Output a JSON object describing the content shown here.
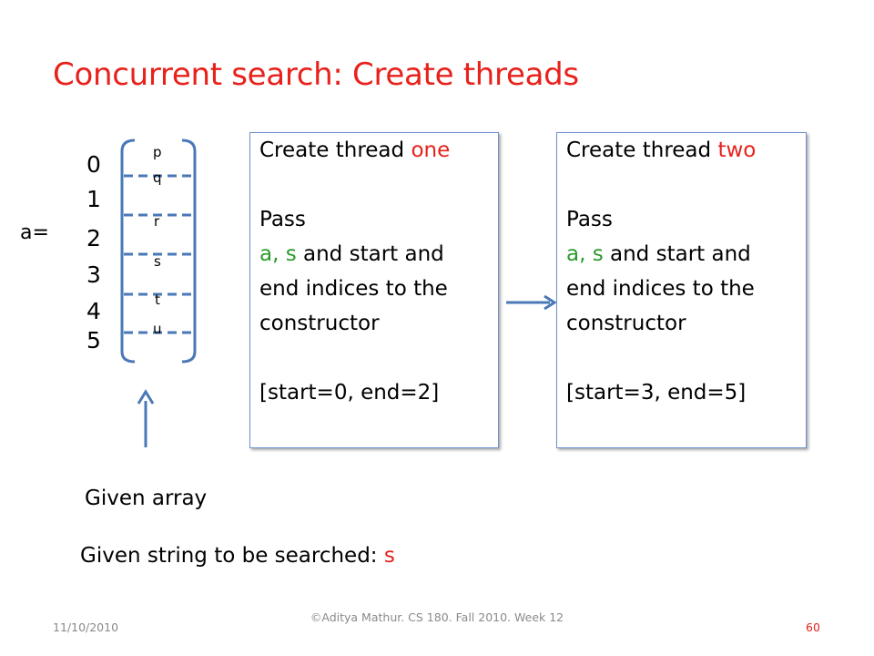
{
  "title": "Concurrent search: Create threads",
  "array": {
    "label": "a=",
    "indices": [
      "0",
      "1",
      "2",
      "3",
      "4",
      "5"
    ],
    "values": [
      "p",
      "q",
      "r",
      "s",
      "t",
      "u"
    ],
    "caption": "Given array"
  },
  "thread_one": {
    "title_prefix": "Create thread ",
    "title_highlight": "one",
    "line_pass": "Pass",
    "line_args_green": "a, s",
    "line_args_rest": " and start and",
    "line_indices": "end indices to the",
    "line_constructor": "constructor",
    "range": "[start=0, end=2]"
  },
  "thread_two": {
    "title_prefix": "Create thread ",
    "title_highlight": "two",
    "line_pass": "Pass",
    "line_args_green": "a, s",
    "line_args_rest": " and start and",
    "line_indices": "end indices to the",
    "line_constructor": "constructor",
    "range": "[start=3, end=5]"
  },
  "search_string": {
    "label": "Given string to be searched: ",
    "value": "s"
  },
  "footer": {
    "date": "11/10/2010",
    "credit": "©Aditya Mathur. CS 180. Fall 2010. Week 12",
    "page": "60"
  },
  "colors": {
    "title": "#e8211b",
    "highlight_red": "#e8211b",
    "highlight_green": "#2a9a2a",
    "arrow": "#4a78b8",
    "box_border": "#6f8fcf"
  }
}
